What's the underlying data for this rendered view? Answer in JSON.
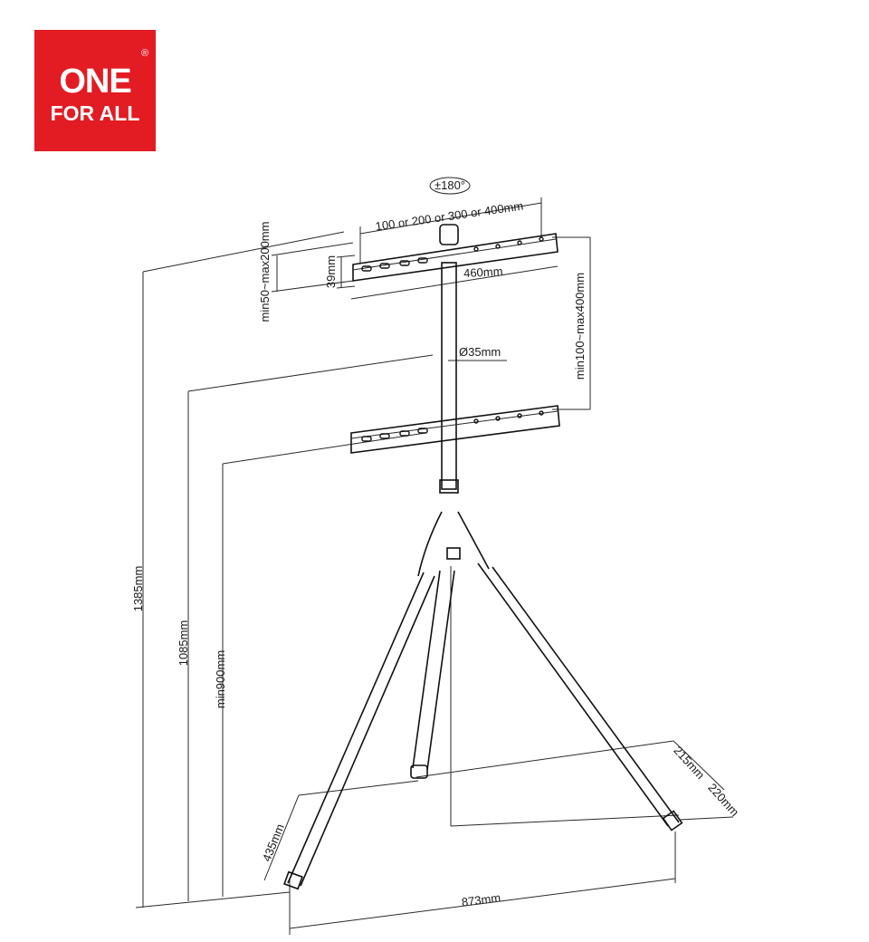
{
  "logo": {
    "line1": "ONE",
    "line2": "FOR ALL",
    "registered": "®",
    "color": "#e31b23"
  },
  "dimensions": {
    "rotation": "±180°",
    "vesa": "100 or 200 or 300 or 400mm",
    "bracket_offset": "min50~max200mm",
    "bracket_height": "39mm",
    "bracket_width": "460mm",
    "pole_diameter": "Ø35mm",
    "bracket_spacing": "min100~max400mm",
    "total_height": "1385mm",
    "mid_height": "1085mm",
    "min_height": "min900mm",
    "leg_depth_a": "215mm",
    "leg_depth_b": "220mm",
    "front_depth": "435mm",
    "base_width": "873mm"
  }
}
